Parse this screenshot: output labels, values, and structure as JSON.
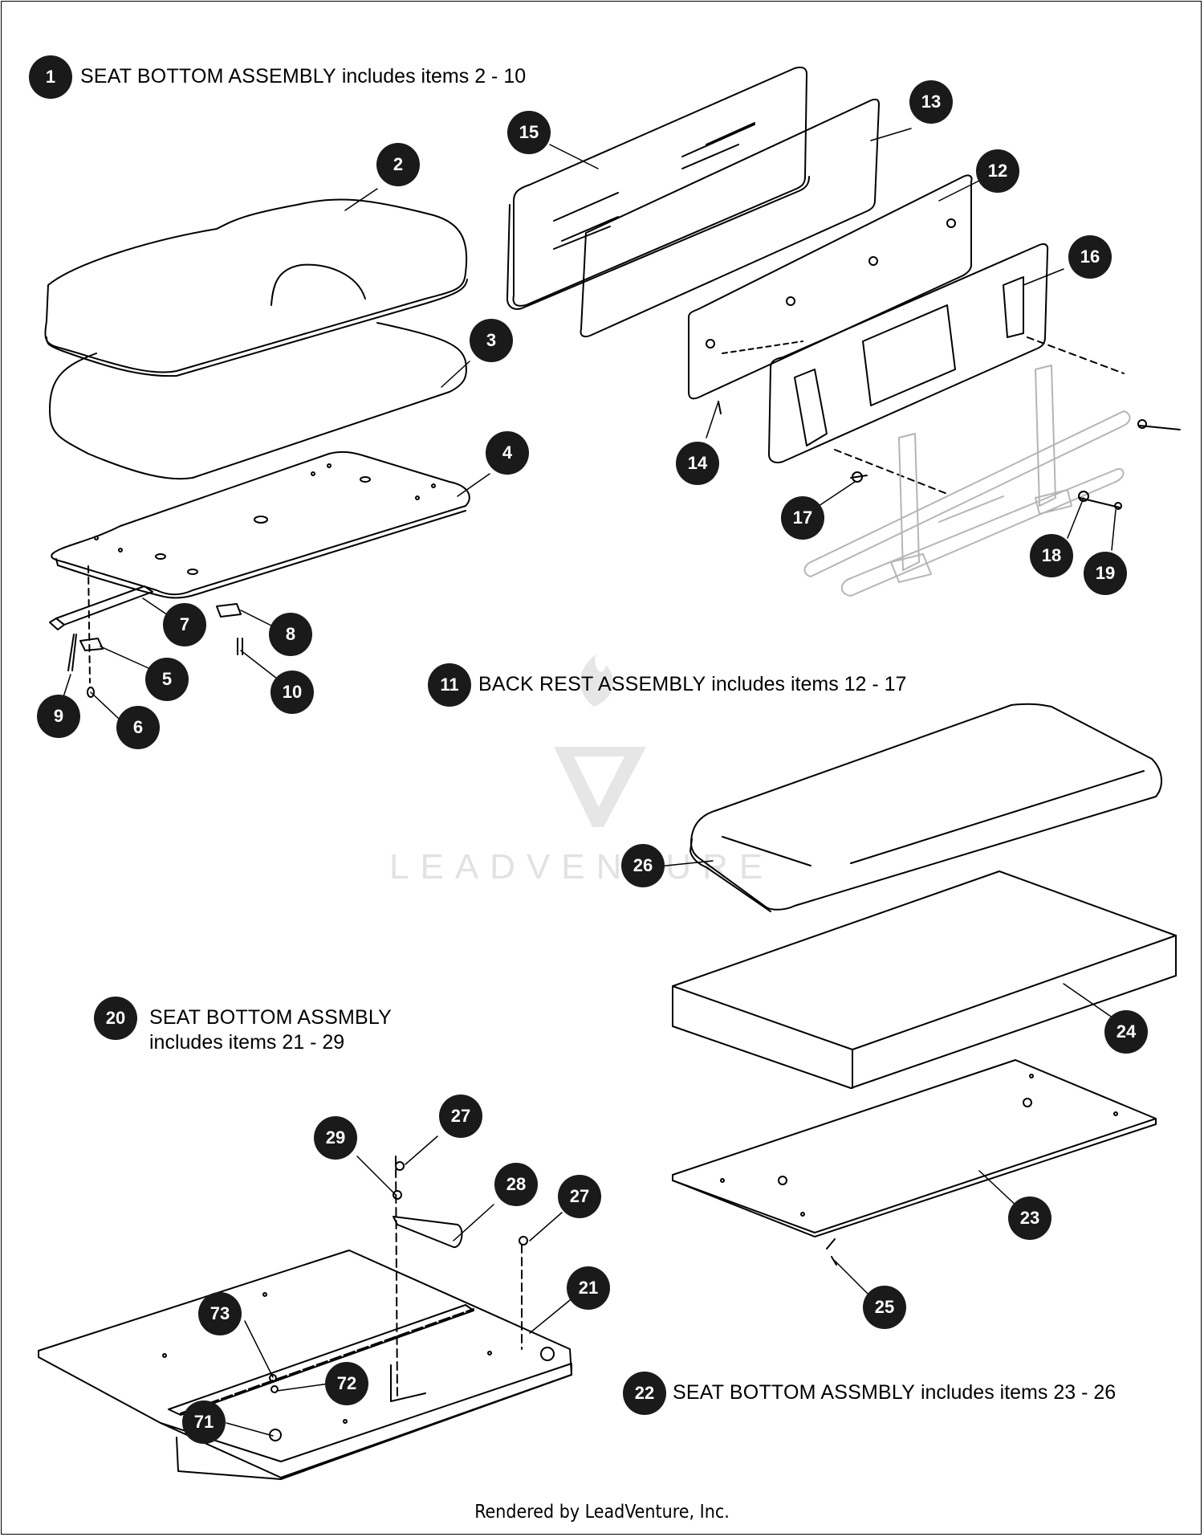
{
  "assemblies": {
    "a1": {
      "number": "1",
      "name": "SEAT BOTTOM ASSEMBLY",
      "items_text": " includes items 2 - 10"
    },
    "a11": {
      "number": "11",
      "name": "BACK REST ASSEMBLY",
      "items_text": " includes items 12 - 17"
    },
    "a20": {
      "number": "20",
      "name": "SEAT BOTTOM ASSMBLY",
      "items_text": "includes items 21 - 29"
    },
    "a22": {
      "number": "22",
      "name": "SEAT BOTTOM ASSMBLY",
      "items_text": " includes items 23 - 26"
    }
  },
  "callouts": [
    "2",
    "3",
    "4",
    "5",
    "6",
    "7",
    "8",
    "9",
    "10",
    "12",
    "13",
    "14",
    "15",
    "16",
    "17",
    "18",
    "19",
    "21",
    "23",
    "24",
    "25",
    "26",
    "27",
    "27",
    "28",
    "29",
    "71",
    "72",
    "73"
  ],
  "watermark": "LEADVENTURE",
  "footer": "Rendered by LeadVenture, Inc.",
  "colors": {
    "line": "#000000",
    "callout_fill": "#1a1a1a",
    "callout_text": "#ffffff",
    "frame_ghost": "#b5b5b5",
    "watermark": "#e2e2e2"
  }
}
